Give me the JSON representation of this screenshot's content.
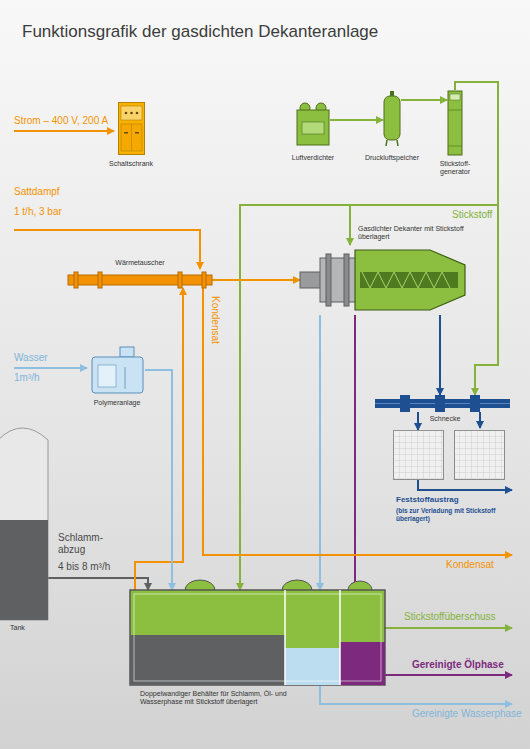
{
  "diagram": {
    "title": "Funktionsgrafik der gasdichten Dekanteranlage",
    "nodes": [
      {
        "text": [
          "Schaltschrank"
        ]
      },
      {
        "text": [
          "Luftverdichter"
        ]
      },
      {
        "text": [
          "Druckluftspeicher"
        ]
      },
      {
        "text": [
          "Stickstoff- generator"
        ]
      },
      {
        "text": [
          "Wärmetauscher"
        ]
      },
      {
        "text": [
          "Gasdichter Dekanter mit Stickstoff überlagert"
        ]
      },
      {
        "text": [
          "Polymeranlage"
        ]
      },
      {
        "text": [
          "Schnecke"
        ]
      },
      {
        "text": [
          "Feststoffaustrag",
          "(bis zur Verladung mit Stickstoff überlagert)"
        ]
      },
      {
        "text": [
          "Tank"
        ]
      },
      {
        "text": [
          "Doppelwandiger Behälter für Schlamm, Öl- und Wasserphase mit Stickstoff überlagert"
        ]
      }
    ],
    "edges": [
      {
        "from": 1,
        "to": 2,
        "arrow": "to"
      },
      {
        "from": 2,
        "to": 3,
        "arrow": "to"
      },
      {
        "from": 3,
        "to": 5,
        "arrow": "to"
      },
      {
        "from": 3,
        "to": 7,
        "arrow": "to"
      },
      {
        "from": 3,
        "to": 10,
        "arrow": "to"
      },
      {
        "from": 9,
        "to": 10,
        "arrow": "to"
      },
      {
        "from": 10,
        "to": 4,
        "arrow": "to"
      },
      {
        "from": 6,
        "to": 10,
        "arrow": "to"
      },
      {
        "from": 4,
        "to": 5,
        "arrow": "to"
      },
      {
        "from": 5,
        "to": 10,
        "arrow": "to"
      },
      {
        "from": 5,
        "to": 10,
        "arrow": "to"
      },
      {
        "from": 5,
        "to": 7,
        "arrow": "to"
      },
      {
        "from": 7,
        "to": 8,
        "arrow": "to"
      }
    ],
    "labels": [
      "Strom – 400 V, 200 A",
      "Sattdampf",
      "1 t/h, 3 bar",
      "Stickstoff",
      "Kondensat",
      "Wasser",
      "1m³/h",
      "Schlamm- abzug",
      "4 bis 8 m³/h",
      "Kondensat",
      "Stickstoffüberschuss",
      "Gereinigte Ölphase",
      "Gereinigte Wasserphase"
    ]
  }
}
